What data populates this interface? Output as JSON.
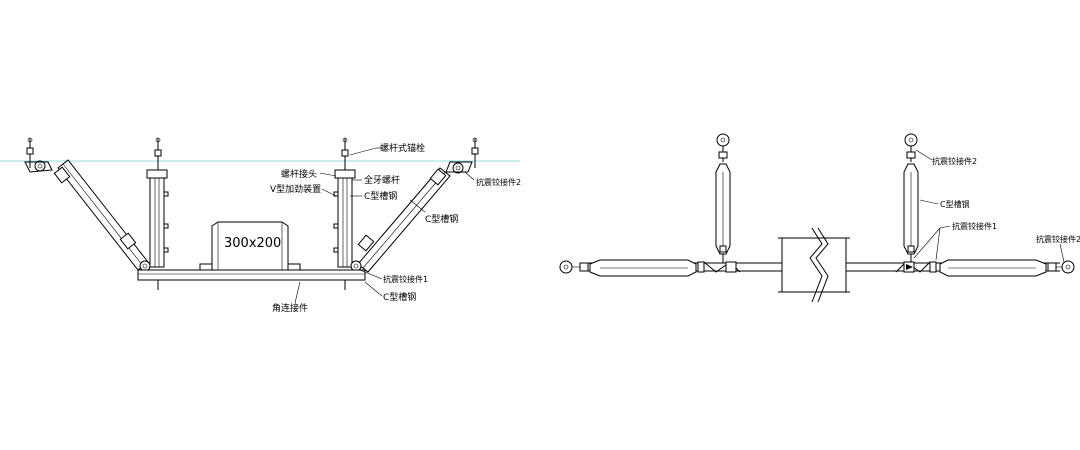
{
  "left_view": {
    "duct_size": "300x200",
    "labels": {
      "anchor_bolt": "螺杆式锚栓",
      "rod_connector": "螺杆接头",
      "full_thread_rod": "全牙螺杆",
      "v_stiffener": "V型加劲装置",
      "c_channel_upper": "C型槽钢",
      "c_channel_brace": "C型槽钢",
      "hinge_2": "抗震铰接件2",
      "hinge_1": "抗震铰接件1",
      "angle_connector": "角连接件",
      "c_channel_bottom": "C型槽钢"
    }
  },
  "right_view": {
    "labels": {
      "hinge_2_top": "抗震铰接件2",
      "c_channel": "C型槽钢",
      "hinge_1": "抗震铰接件1",
      "hinge_2_right": "抗震铰接件2"
    }
  },
  "colors": {
    "ceiling_line": "#9adbe6",
    "line": "#000000"
  }
}
